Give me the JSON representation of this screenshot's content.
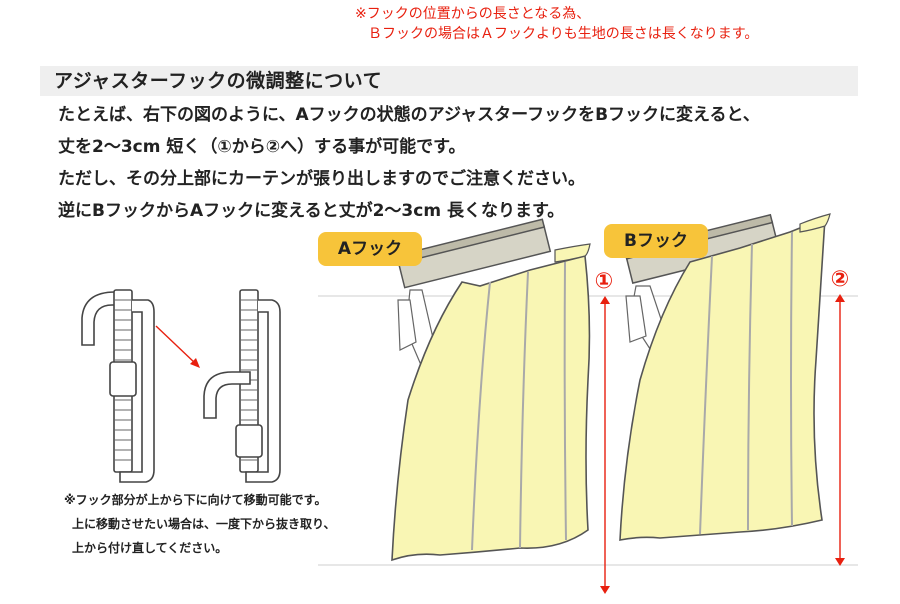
{
  "top_note": {
    "line1": "※フックの位置からの長さとなる為、",
    "line2": "Ｂフックの場合はＡフックよりも生地の長さは長くなります。"
  },
  "heading": "アジャスターフックの微調整について",
  "paragraph": [
    "たとえば、右下の図のように、Aフックの状態のアジャスターフックをBフックに変えると、",
    "丈を2～3cm 短く（①から②へ）する事が可能です。",
    "ただし、その分上部にカーテンが張り出しますのでご注意ください。",
    "逆にBフックからAフックに変えると丈が2～3cm 長くなります。"
  ],
  "labels": {
    "a_hook": "Aフック",
    "b_hook": "Bフック",
    "mark_1": "①",
    "mark_2": "②"
  },
  "hook_note": [
    "※フック部分が上から下に向けて移動可能です。",
    "上に移動させたい場合は、一度下から抜き取り、",
    "上から付け直してください。"
  ],
  "colors": {
    "accent_red": "#e8200f",
    "label_yellow": "#f7c43a",
    "curtain_fill": "#f9f6b4",
    "heading_bg": "#efefef"
  }
}
